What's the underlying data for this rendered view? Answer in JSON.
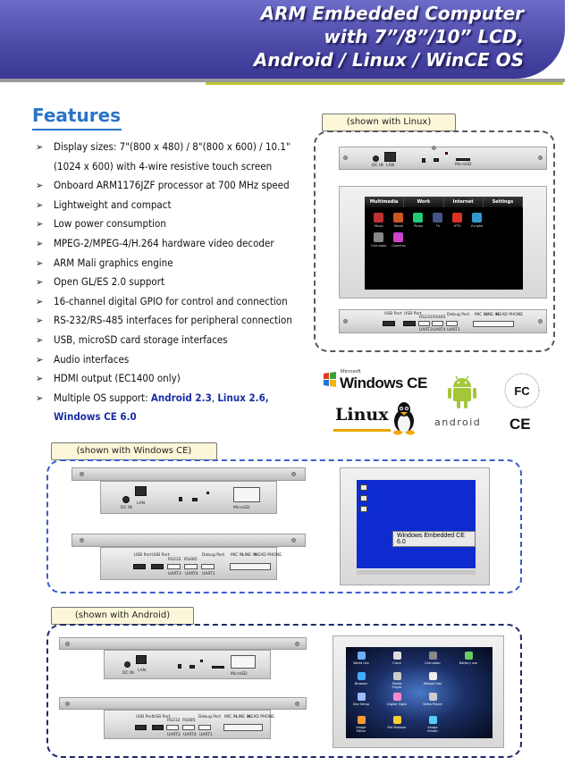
{
  "header": {
    "line1": "ARM  Embedded Computer",
    "line2": "with 7”/8”/10” LCD,",
    "line3": "Android / Linux / WinCE OS"
  },
  "features": {
    "title": "Features",
    "items": [
      {
        "text": "Display sizes: 7\"(800 x 480) / 8\"(800 x 600) / 10.1\"",
        "cont": "(1024 x 600) with 4-wire resistive touch screen"
      },
      {
        "text": "Onboard ARM1176JZF processor at 700 MHz speed"
      },
      {
        "text": "Lightweight and compact"
      },
      {
        "text": "Low power consumption"
      },
      {
        "text": "MPEG-2/MPEG-4/H.264 hardware video decoder"
      },
      {
        "text": "ARM Mali graphics engine"
      },
      {
        "text": "Open GL/ES 2.0 support"
      },
      {
        "text": "16-channel digital GPIO for control and connection"
      },
      {
        "text": "RS-232/RS-485 interfaces for peripheral connection"
      },
      {
        "text": "USB, microSD card storage interfaces"
      },
      {
        "text": "Audio interfaces"
      },
      {
        "text": "HDMI output (EC1400 only)"
      }
    ],
    "os_support": {
      "prefix": "Multiple OS support: ",
      "android": "Android 2.3",
      "sep": ", ",
      "linux": "Linux 2.6,",
      "wince": "Windows CE 6.0"
    }
  },
  "captions": {
    "linux": "(shown with Linux)",
    "wince": "(shown with Windows CE)",
    "android": "(shown with Android)"
  },
  "port_labels": {
    "dc_in": "DC IN",
    "lan": "LAN",
    "usb_port": "USB Port",
    "rs232": "RS232",
    "rs485": "RS485",
    "debug_port": "Debug Port",
    "uart3": "UART3",
    "uart4": "UART4",
    "uart1": "UART1",
    "micro_sd": "MicroSD",
    "mic_in": "MIC IN",
    "line_in": "LINE IN",
    "head_phone": "HEAD PHONE"
  },
  "linux_screen": {
    "tabs": [
      "Multimedia",
      "Work",
      "Internet",
      "Settings"
    ],
    "apps": [
      "Music",
      "Movie",
      "Photo",
      "TV",
      "IPTV",
      "Ecripter",
      "Calculator",
      "Cameras"
    ]
  },
  "wince_screen": {
    "label": "Windows Embedded CE 6.0"
  },
  "android_screen": {
    "apps": [
      "World Lite",
      "Clock",
      "Calculator",
      "Battery use",
      "Browser",
      "Media Player",
      "Widget lists",
      "Dev Setup",
      "Digital Signs",
      "Video Player",
      "Image Editor",
      "File Browser",
      "Image Viewer"
    ]
  },
  "logos": {
    "microsoft": "Microsoft",
    "windows_ce": "Windows CE",
    "linux": "Linux",
    "android": "android",
    "ce": "CE"
  },
  "colors": {
    "banner": "#4d4aa8",
    "features_title": "#2a73c9",
    "os_highlight": "#1a2fa6",
    "accent_lime": "#b9c733",
    "caption_bg": "#fbf7d8",
    "android_green": "#a4c639"
  }
}
